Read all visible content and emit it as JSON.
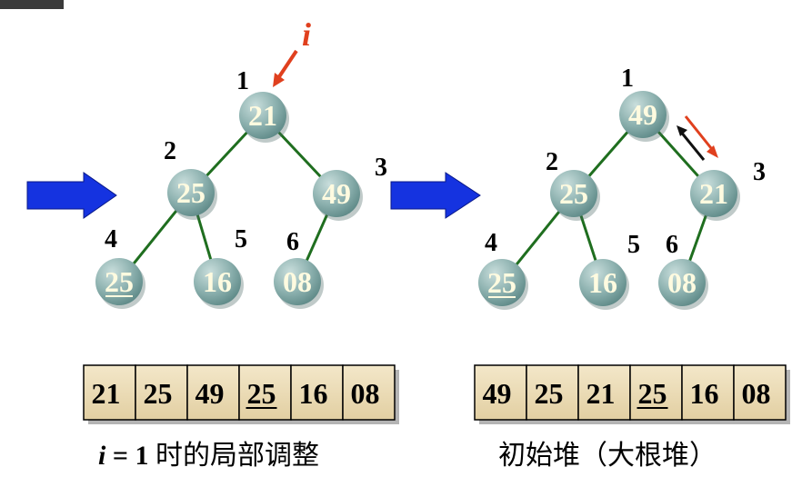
{
  "colors": {
    "node": "#8fb3b1",
    "node_text": "#fffbe0",
    "edge": "#1f6e1f",
    "arrow": "#1533e0",
    "cell": "#ead9b4",
    "pointer": "#e0401e"
  },
  "left": {
    "pointer_label": "i",
    "nodes": [
      {
        "index": "1",
        "value": "21",
        "underline": false
      },
      {
        "index": "2",
        "value": "25",
        "underline": false
      },
      {
        "index": "3",
        "value": "49",
        "underline": false
      },
      {
        "index": "4",
        "value": "25",
        "underline": true
      },
      {
        "index": "5",
        "value": "16",
        "underline": false
      },
      {
        "index": "6",
        "value": "08",
        "underline": false
      }
    ],
    "array": [
      {
        "value": "21",
        "underline": false
      },
      {
        "value": "25",
        "underline": false
      },
      {
        "value": "49",
        "underline": false
      },
      {
        "value": "25",
        "underline": true
      },
      {
        "value": "16",
        "underline": false
      },
      {
        "value": "08",
        "underline": false
      }
    ],
    "caption": {
      "var": "i",
      "eq": " = 1 ",
      "text": "时的局部调整"
    }
  },
  "right": {
    "nodes": [
      {
        "index": "1",
        "value": "49",
        "underline": false
      },
      {
        "index": "2",
        "value": "25",
        "underline": false
      },
      {
        "index": "3",
        "value": "21",
        "underline": false
      },
      {
        "index": "4",
        "value": "25",
        "underline": true
      },
      {
        "index": "5",
        "value": "16",
        "underline": false
      },
      {
        "index": "6",
        "value": "08",
        "underline": false
      }
    ],
    "array": [
      {
        "value": "49",
        "underline": false
      },
      {
        "value": "25",
        "underline": false
      },
      {
        "value": "21",
        "underline": false
      },
      {
        "value": "25",
        "underline": true
      },
      {
        "value": "16",
        "underline": false
      },
      {
        "value": "08",
        "underline": false
      }
    ],
    "caption": {
      "text": "初始堆（大根堆）"
    }
  }
}
